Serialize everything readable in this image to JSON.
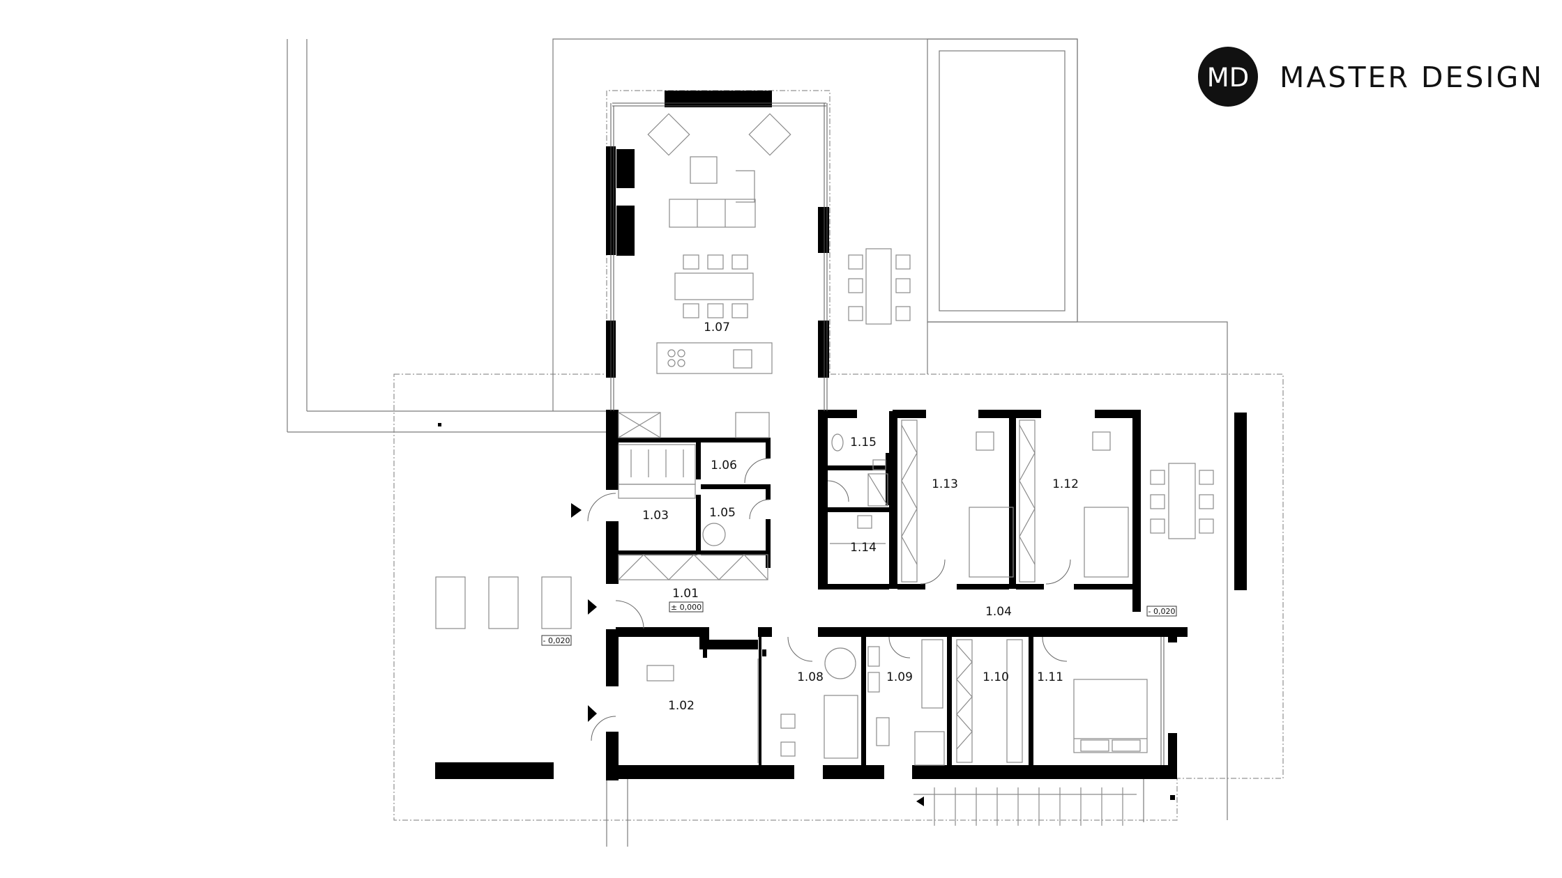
{
  "brand": {
    "logo_text": "MD",
    "name": "MASTER DESIGN",
    "logo_color": "#111111"
  },
  "colors": {
    "wall": "#000000",
    "line": "#7a7a7a",
    "furniture": "#8a8a8a",
    "background": "#ffffff"
  },
  "rooms": [
    {
      "id": "1.01",
      "label": "1.01"
    },
    {
      "id": "1.02",
      "label": "1.02"
    },
    {
      "id": "1.03",
      "label": "1.03"
    },
    {
      "id": "1.04",
      "label": "1.04"
    },
    {
      "id": "1.05",
      "label": "1.05"
    },
    {
      "id": "1.06",
      "label": "1.06"
    },
    {
      "id": "1.07",
      "label": "1.07"
    },
    {
      "id": "1.08",
      "label": "1.08"
    },
    {
      "id": "1.09",
      "label": "1.09"
    },
    {
      "id": "1.10",
      "label": "1.10"
    },
    {
      "id": "1.11",
      "label": "1.11"
    },
    {
      "id": "1.12",
      "label": "1.12"
    },
    {
      "id": "1.13",
      "label": "1.13"
    },
    {
      "id": "1.14",
      "label": "1.14"
    },
    {
      "id": "1.15",
      "label": "1.15"
    }
  ],
  "levels": {
    "entrance": "± 0,000",
    "terrace_west": "- 0,020",
    "terrace_east": "- 0,020"
  }
}
